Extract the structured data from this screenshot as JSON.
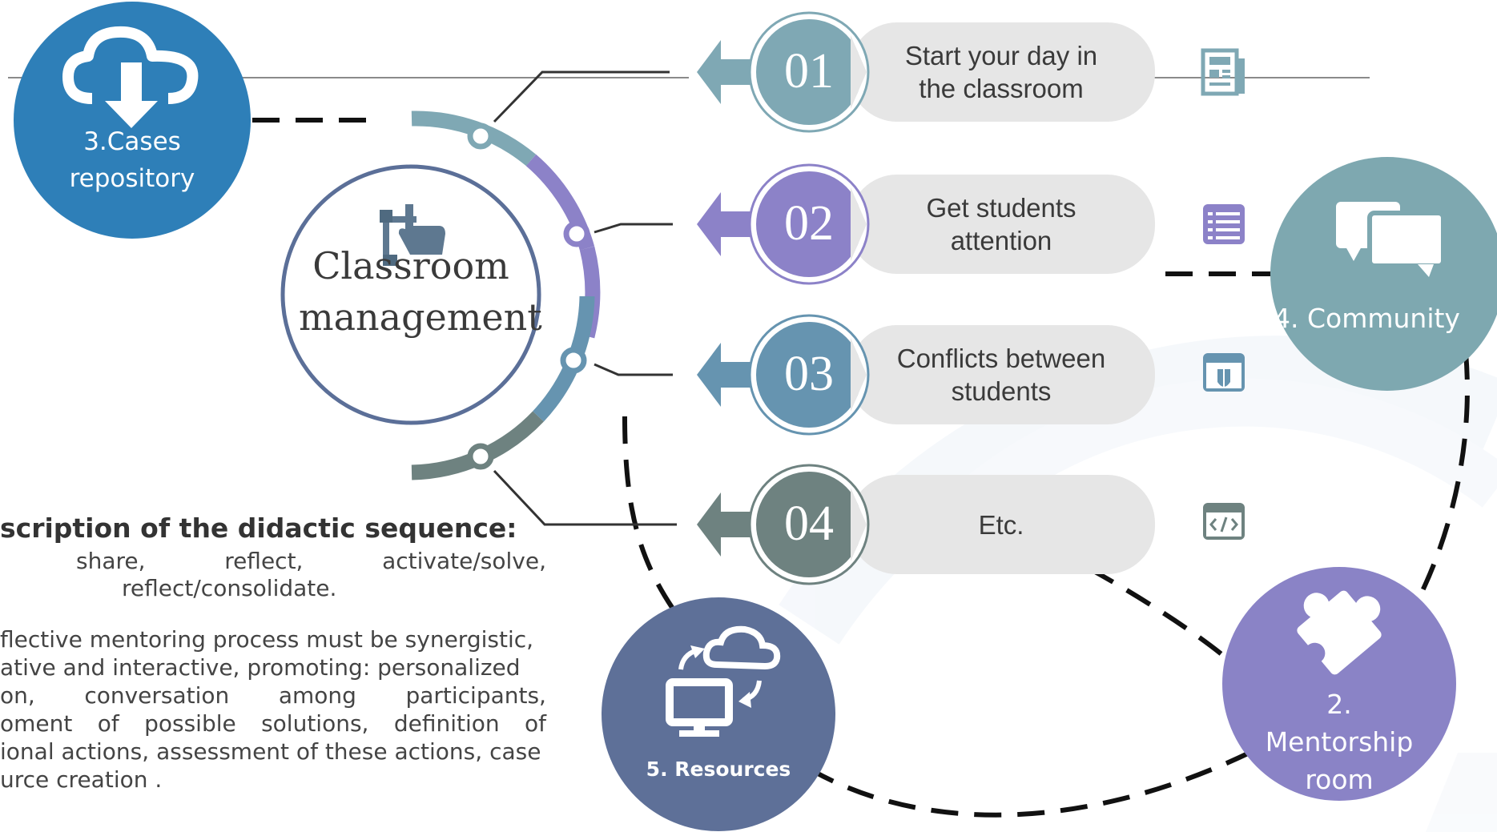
{
  "center": {
    "line1": "Classroom",
    "line2": "management"
  },
  "steps": [
    {
      "number": "01",
      "text_line1": "Start your day in",
      "text_line2": "the classroom",
      "color": "#7fa8b4",
      "icon": "newspaper-icon"
    },
    {
      "number": "02",
      "text_line1": "Get students",
      "text_line2": "attention",
      "color": "#8c82c8",
      "icon": "list-icon"
    },
    {
      "number": "03",
      "text_line1": "Conflicts between",
      "text_line2": "students",
      "color": "#6694b0",
      "icon": "shield-browser-icon"
    },
    {
      "number": "04",
      "text_line1": "Etc.",
      "text_line2": "",
      "color": "#6e8280",
      "icon": "code-window-icon"
    }
  ],
  "nodes": {
    "cases": {
      "line1": "3.Cases",
      "line2": "repository",
      "color": "#2e7fb8"
    },
    "community": {
      "label": "4. Community",
      "color": "#7ea8b0"
    },
    "mentorship": {
      "line1": "2.",
      "line2": "Mentorship",
      "line3": "room",
      "color": "#8a83c6"
    },
    "resources": {
      "label": "5. Resources",
      "color": "#5e7098"
    }
  },
  "description": {
    "title": "scription of the didactic sequence:",
    "line1_words": [
      "share,",
      "reflect,",
      "activate/solve,"
    ],
    "line2": "reflect/consolidate.",
    "para_line1": "flective mentoring process must be synergistic,",
    "para_line2": "ative and interactive, promoting: personalized",
    "para_line3_words": [
      "on,",
      "conversation",
      "among",
      "participants,"
    ],
    "para_line4_words": [
      "oment",
      "of",
      "possible",
      "solutions,",
      "definition",
      "of"
    ],
    "para_line5": "ional actions, assessment of these actions, case",
    "para_line6": "urce creation ."
  }
}
